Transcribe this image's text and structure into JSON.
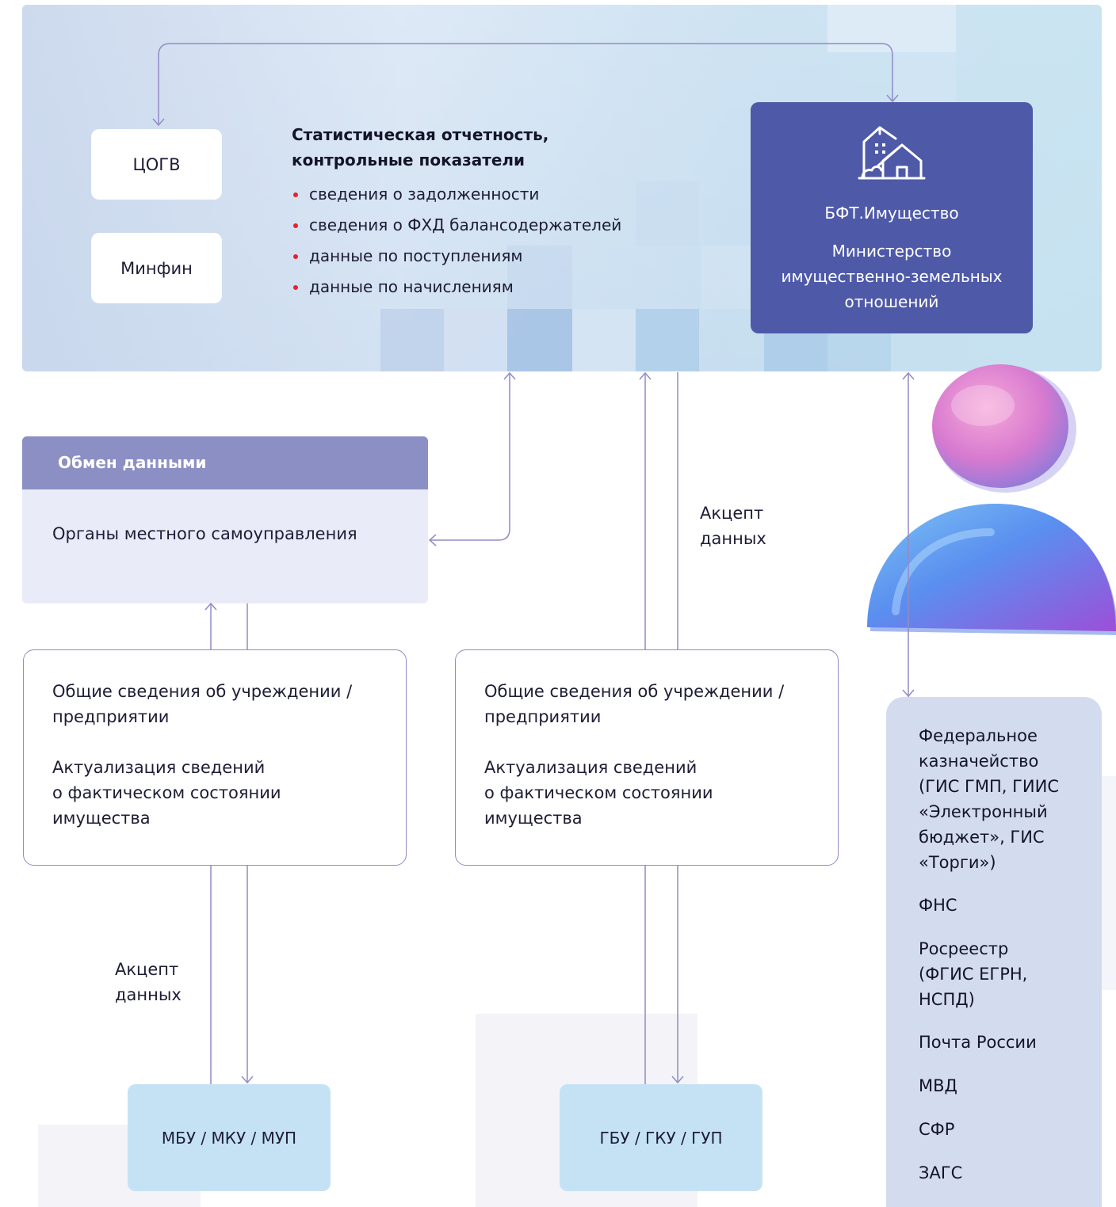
{
  "top_panel": {
    "tsogv_label": "ЦОГВ",
    "minfin_label": "Минфин",
    "stat_title": "Статистическая отчетность,\nконтрольные показатели",
    "stat_items": [
      "сведения о задолженности",
      "сведения о ФХД балансодержателей",
      "данные по поступлениям",
      "данные по начислениям"
    ],
    "bft_name": "БФТ.Имущество",
    "bft_ministry": "Министерство\nимущественно-земельных\nотношений",
    "bft_icon": "building-house-icon"
  },
  "exchange": {
    "header": "Обмен данными",
    "body": "Органы местного самоуправления"
  },
  "accept_labels": {
    "right": "Акцепт\nданных",
    "left": "Акцепт\nданных"
  },
  "cards": [
    {
      "p1": "Общие сведения об учреждении /\nпредприятии",
      "p2": "Актуализация сведений\nо фактическом состоянии\nимущества"
    },
    {
      "p1": "Общие сведения об учреждении /\nпредприятии",
      "p2": "Актуализация сведений\nо фактическом состоянии\nимущества"
    }
  ],
  "orgs": {
    "municipal": "МБУ / МКУ / МУП",
    "state": "ГБУ / ГКУ / ГУП"
  },
  "external": [
    "Федеральное\nказначейство\n(ГИС ГМП, ГИИС\n«Электронный\nбюджет», ГИС\n«Торги»)",
    "ФНС",
    "Росреестр\n(ФГИС ЕГРН,\nНСПД)",
    "Почта России",
    "МВД",
    "СФР",
    "ЗАГС"
  ],
  "colors": {
    "bullet": "#e4232e",
    "bft_box": "#4e59a8",
    "exchange_header": "#8c8fc4",
    "org_box": "#c5e2f5",
    "external_box": "#d3dbee",
    "line": "#8f8cc6"
  },
  "decor": {
    "user_figure_icon": "user-figure-icon"
  }
}
